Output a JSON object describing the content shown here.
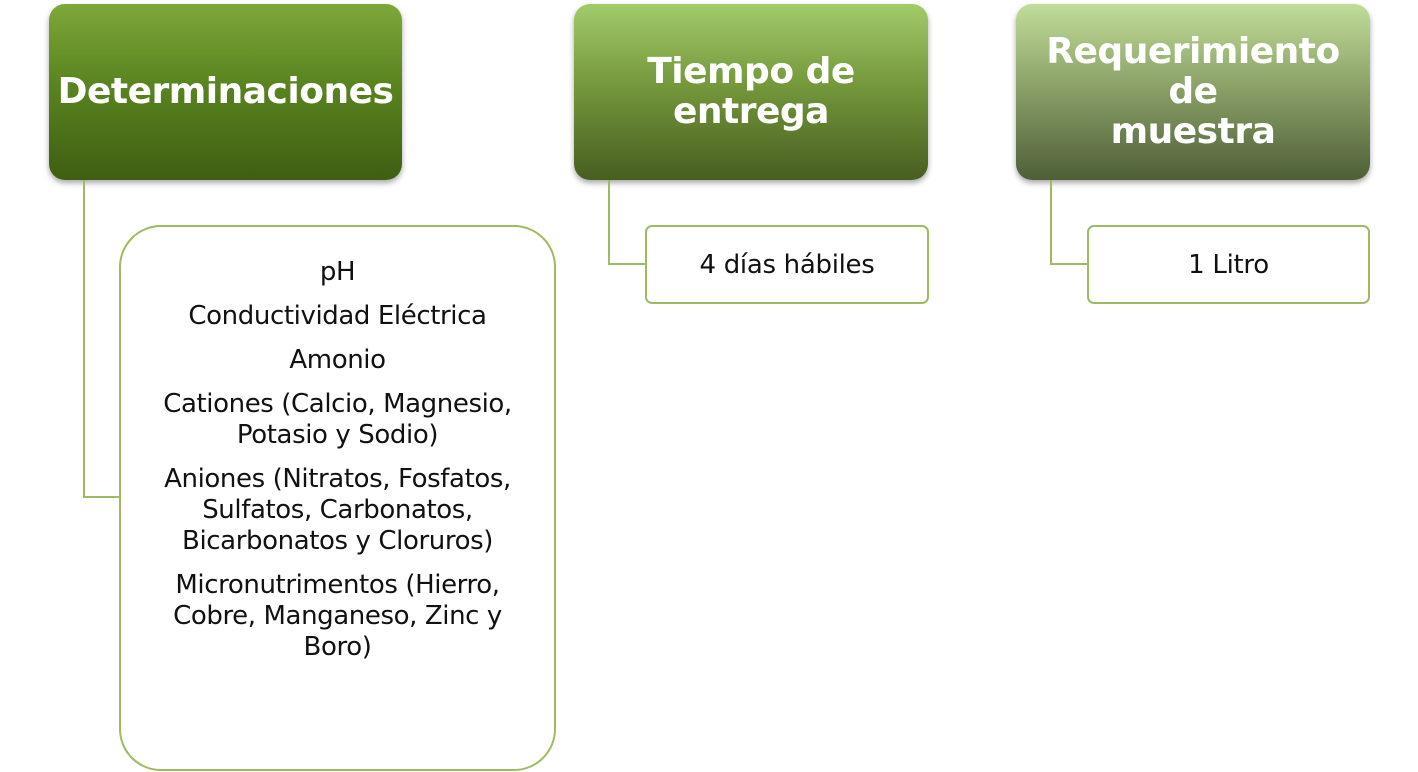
{
  "colors": {
    "header_1": "#5a8420",
    "header_2": "#75993c",
    "header_3": "#8ea36a",
    "connector": "#9dbb61",
    "text": "#111111"
  },
  "columns": [
    {
      "header": "Determinaciones",
      "items": [
        "pH",
        "Conductividad Eléctrica",
        "Amonio",
        "Cationes (Calcio, Magnesio, Potasio y Sodio)",
        "Aniones (Nitratos, Fosfatos, Sulfatos, Carbonatos, Bicarbonatos y Cloruros)",
        "Micronutrimentos (Hierro, Cobre, Manganeso, Zinc y Boro)"
      ]
    },
    {
      "header": "Tiempo de\nentrega",
      "items": [
        "4 días hábiles"
      ]
    },
    {
      "header": "Requerimiento de\nmuestra",
      "items": [
        "1 Litro"
      ]
    }
  ]
}
